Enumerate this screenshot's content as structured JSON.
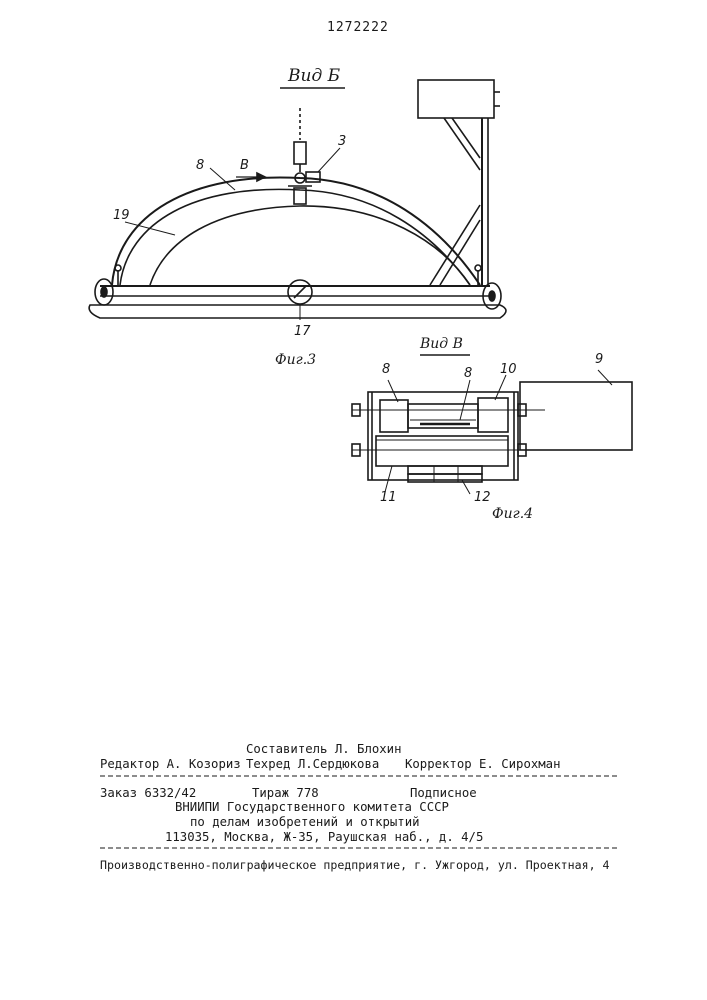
{
  "patent_number": "1272222",
  "figure3": {
    "view_label": "Вид Б",
    "caption": "Фиг.3",
    "arrow_label": "В",
    "parts": [
      "8",
      "3",
      "19",
      "17"
    ]
  },
  "figure4": {
    "view_label": "Вид В",
    "caption": "Фиг.4",
    "parts": [
      "8",
      "8",
      "10",
      "9",
      "11",
      "12"
    ]
  },
  "imprint": {
    "compiler": "Составитель Л. Блохин",
    "editor": "Редактор А. Козориз",
    "techred": "Техред Л.Сердюкова",
    "corrector": "Корректор Е. Сирохман",
    "order": "Заказ 6332/42",
    "circulation": "Тираж 778",
    "subscription": "Подписное",
    "org_line1": "ВНИИПИ Государственного комитета СССР",
    "org_line2": "по делам изобретений и открытий",
    "address": "113035, Москва, Ж-35, Раушская наб., д. 4/5",
    "printer": "Производственно-полиграфическое предприятие, г. Ужгород, ул. Проектная, 4"
  }
}
